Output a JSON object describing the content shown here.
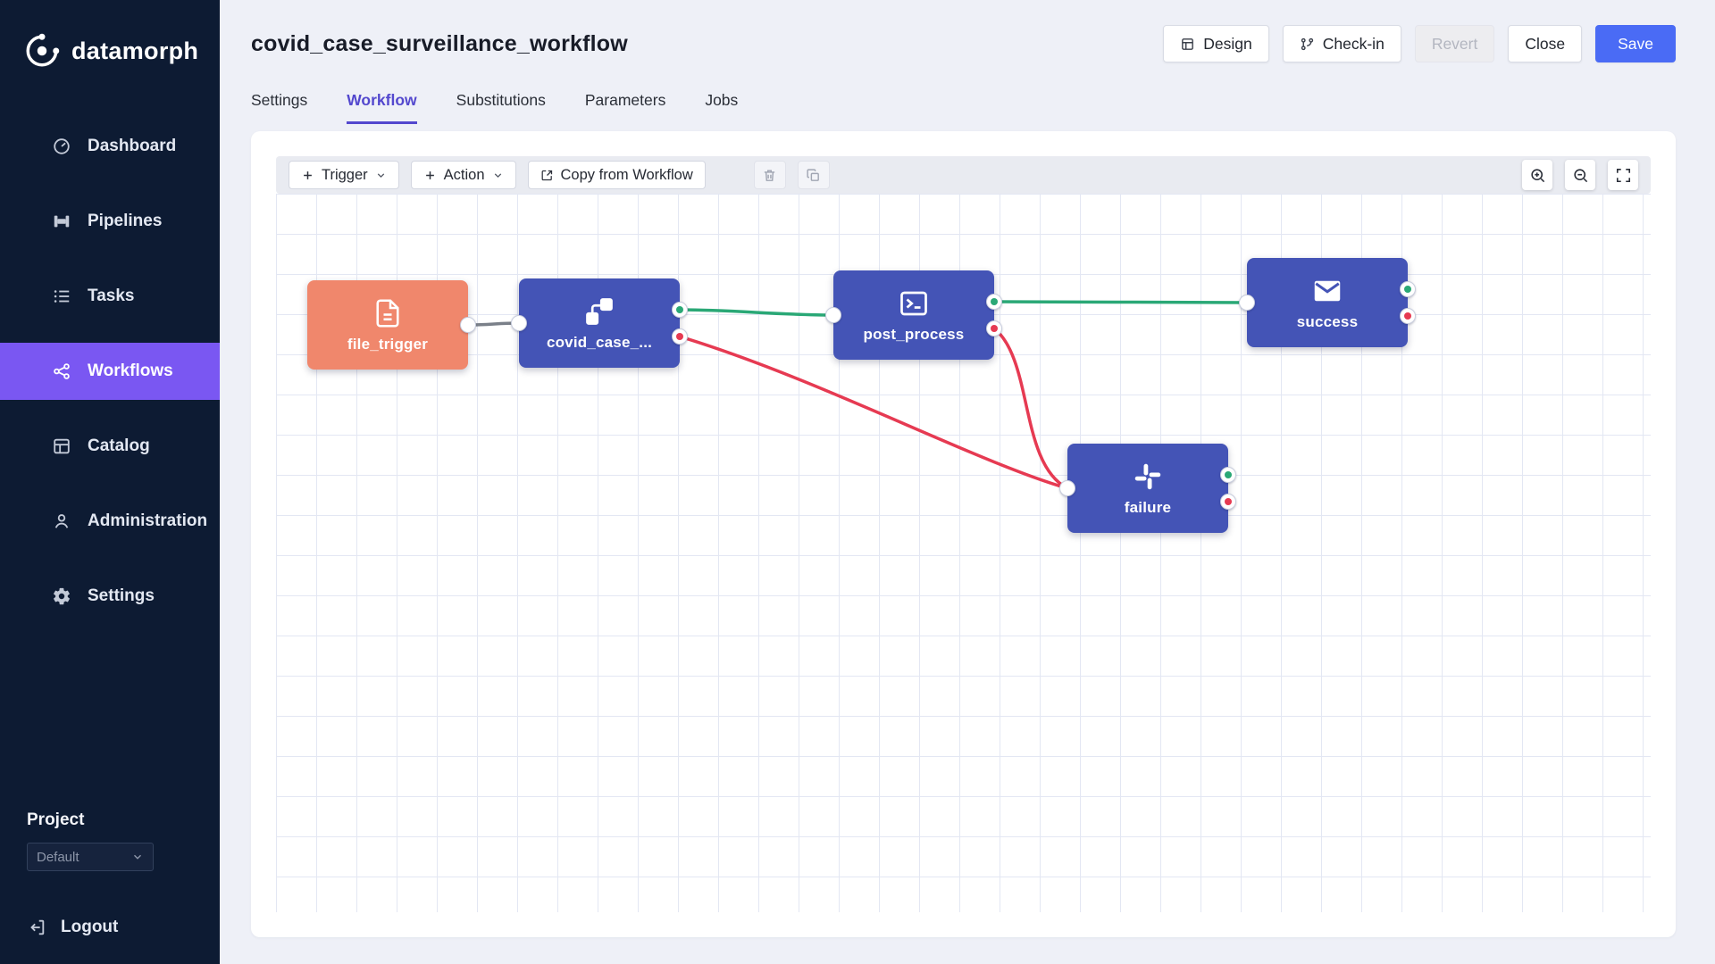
{
  "sidebar": {
    "logo_text": "datamorph",
    "items": [
      {
        "label": "Dashboard",
        "icon": "dashboard-icon",
        "active": false
      },
      {
        "label": "Pipelines",
        "icon": "pipelines-icon",
        "active": false
      },
      {
        "label": "Tasks",
        "icon": "tasks-icon",
        "active": false
      },
      {
        "label": "Workflows",
        "icon": "workflows-icon",
        "active": true
      },
      {
        "label": "Catalog",
        "icon": "catalog-icon",
        "active": false
      },
      {
        "label": "Administration",
        "icon": "administration-icon",
        "active": false
      },
      {
        "label": "Settings",
        "icon": "settings-icon",
        "active": false
      }
    ],
    "project": {
      "label": "Project",
      "selected": "Default"
    },
    "logout_label": "Logout"
  },
  "header": {
    "title": "covid_case_surveillance_workflow",
    "actions": {
      "design": "Design",
      "check_in": "Check-in",
      "revert": "Revert",
      "close": "Close",
      "save": "Save"
    }
  },
  "tabs": [
    {
      "label": "Settings",
      "active": false
    },
    {
      "label": "Workflow",
      "active": true
    },
    {
      "label": "Substitutions",
      "active": false
    },
    {
      "label": "Parameters",
      "active": false
    },
    {
      "label": "Jobs",
      "active": false
    }
  ],
  "toolbar": {
    "trigger": "Trigger",
    "action": "Action",
    "copy_from_workflow": "Copy from Workflow",
    "icons": [
      "trash-icon",
      "duplicate-icon",
      "zoom-in-icon",
      "zoom-out-icon",
      "fullscreen-icon"
    ]
  },
  "workflow": {
    "nodes": [
      {
        "id": "file_trigger",
        "label": "file_trigger",
        "kind": "file-trigger",
        "color": "#f0876c"
      },
      {
        "id": "covid_case",
        "label": "covid_case_...",
        "kind": "pipeline",
        "color": "#4454b6"
      },
      {
        "id": "post_process",
        "label": "post_process",
        "kind": "script",
        "color": "#4454b6"
      },
      {
        "id": "success",
        "label": "success",
        "kind": "email",
        "color": "#4454b6"
      },
      {
        "id": "failure",
        "label": "failure",
        "kind": "slack",
        "color": "#4454b6"
      }
    ],
    "edges": [
      {
        "from": "file_trigger",
        "to": "covid_case",
        "type": "default"
      },
      {
        "from": "covid_case",
        "to": "post_process",
        "type": "success"
      },
      {
        "from": "post_process",
        "to": "success",
        "type": "success"
      },
      {
        "from": "covid_case",
        "to": "failure",
        "type": "failure"
      },
      {
        "from": "post_process",
        "to": "failure",
        "type": "failure"
      }
    ],
    "colors": {
      "success": "#2aa876",
      "failure": "#e63a52",
      "default": "#7a8089",
      "accent": "#7a57f2",
      "tab_active": "#5348ce",
      "save_button": "#4a6bf5",
      "node_blue": "#4454b6",
      "node_orange": "#f0876c"
    }
  }
}
